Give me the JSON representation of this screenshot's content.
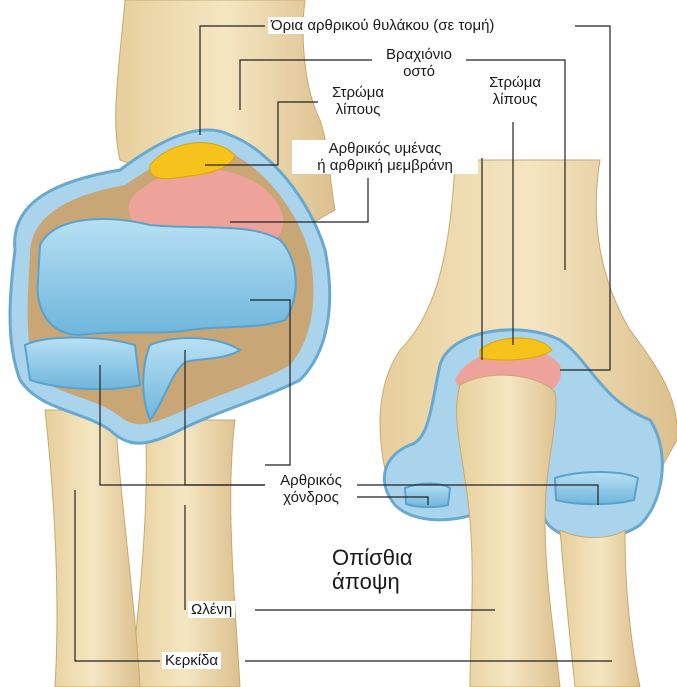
{
  "labels": {
    "capsule_boundary": "Όρια αρθρικού θυλάκου (σε τομή)",
    "humerus": [
      "Βραχιόνιο",
      "οστό"
    ],
    "fat_pad_front": [
      "Στρώμα",
      "λίπους"
    ],
    "fat_pad_back": [
      "Στρώμα",
      "λίπους"
    ],
    "synovial_membrane": [
      "Αρθρικός υμένας",
      "ή αρθρική μεμβράνη"
    ],
    "articular_cartilage": [
      "Αρθρικός",
      "χόνδρος"
    ],
    "ulna": "Ωλένη",
    "radius": "Κερκίδα"
  },
  "view_title": [
    "Οπίσθια",
    "άποψη"
  ],
  "colors": {
    "bone": "#f2dfb4",
    "bone_shadow": "#d9bf8c",
    "cartilage": "#8ccbe8",
    "capsule": "#a9d4ec",
    "synovial": "#eea39a",
    "fat": "#f6c21c",
    "cavity": "#b89668",
    "leader": "#222222"
  }
}
